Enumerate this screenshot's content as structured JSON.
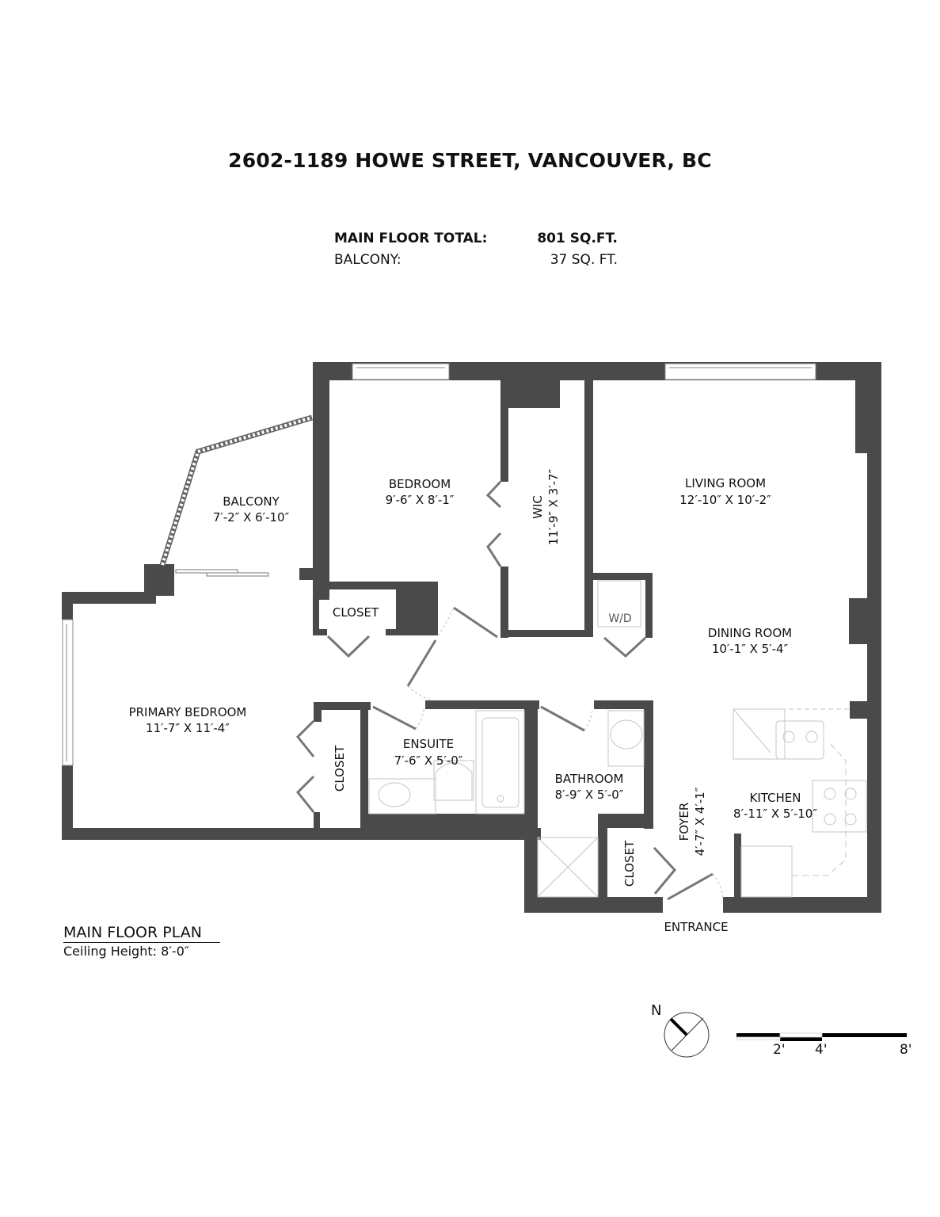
{
  "header": {
    "address": "2602-1189 HOWE STREET, VANCOUVER, BC"
  },
  "areas": [
    {
      "label": "MAIN FLOOR TOTAL:",
      "value": "801 SQ.FT.",
      "bold": true
    },
    {
      "label": "BALCONY:",
      "value": "37 SQ. FT.",
      "bold": false
    }
  ],
  "rooms": {
    "balcony": {
      "name": "BALCONY",
      "size": "7′-2″ X 6′-10″"
    },
    "bedroom": {
      "name": "BEDROOM",
      "size": "9′-6″ X 8′-1″"
    },
    "wic": {
      "name": "WIC",
      "size": "11′-9″ X 3′-7″"
    },
    "living_room": {
      "name": "LIVING ROOM",
      "size": "12′-10″ X 10′-2″"
    },
    "dining_room": {
      "name": "DINING ROOM",
      "size": "10′-1″ X 5′-4″"
    },
    "primary_bedroom": {
      "name": "PRIMARY BEDROOM",
      "size": "11′-7″ X 11′-4″"
    },
    "ensuite": {
      "name": "ENSUITE",
      "size": "7′-6″ X 5′-0″"
    },
    "bathroom": {
      "name": "BATHROOM",
      "size": "8′-9″ X 5′-0″"
    },
    "foyer": {
      "name": "FOYER",
      "size": "4′-7″ X 4′-1″"
    },
    "kitchen": {
      "name": "KITCHEN",
      "size": "8′-11″ X 5′-10″"
    }
  },
  "labels": {
    "closet_bedroom": "CLOSET",
    "closet_primary": "CLOSET",
    "closet_foyer": "CLOSET",
    "washer_dryer": "W/D",
    "entrance": "ENTRANCE"
  },
  "caption": {
    "title": "MAIN FLOOR PLAN",
    "ceiling": "Ceiling Height: 8′-0″"
  },
  "compass": {
    "north_label": "N"
  },
  "scale_bar": {
    "ticks": [
      "2'",
      "4'",
      "8'"
    ]
  },
  "colors": {
    "wall": "#4a4a4a",
    "fixture": "#bdbdbd",
    "text": "#111111"
  }
}
